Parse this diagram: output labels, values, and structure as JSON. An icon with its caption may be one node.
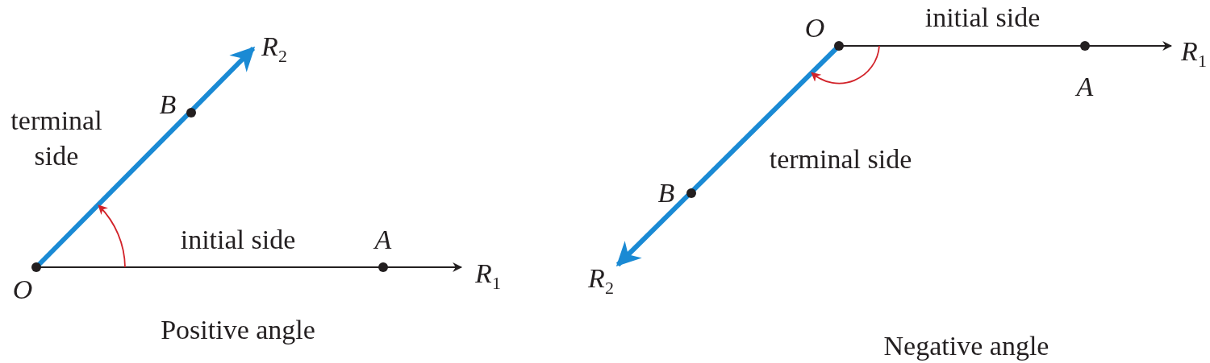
{
  "diagram": {
    "nodes": [
      {
        "text": [
          "O"
        ]
      },
      {
        "text": [
          "*R*$_{1}$"
        ]
      },
      {
        "text": [
          "*R*$_{2}$"
        ]
      },
      {
        "text": [
          "O"
        ]
      },
      {
        "text": [
          "*R*$_{1}$"
        ]
      },
      {
        "text": [
          "*R*$_{2}$"
        ]
      }
    ],
    "edges": [
      {
        "from": 0,
        "to": 1,
        "arrow": "to"
      },
      {
        "from": 0,
        "to": 2,
        "arrow": "to",
        "style": "thick",
        "color": "#1a8ad4"
      },
      {
        "from": 3,
        "to": 4,
        "arrow": "to"
      },
      {
        "from": 3,
        "to": 5,
        "arrow": "to",
        "style": "thick",
        "color": "#1a8ad4"
      }
    ],
    "labels": [
      "B",
      "terminal side",
      "initial side",
      "A",
      "Positive angle",
      "initial side",
      "A",
      "terminal side",
      "B",
      "Negative angle"
    ]
  }
}
